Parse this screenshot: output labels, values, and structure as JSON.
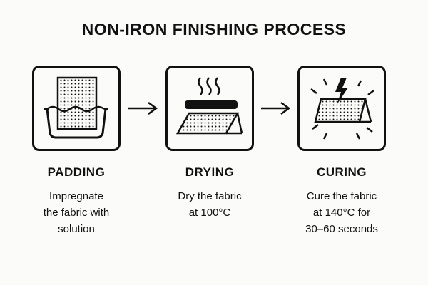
{
  "title": "NON-IRON FINISHING PROCESS",
  "steps": [
    {
      "icon": "padding-bath-icon",
      "label": "PADDING",
      "lines": [
        "Impregnate",
        "the fabric with",
        "solution"
      ]
    },
    {
      "icon": "drying-heater-icon",
      "label": "DRYING",
      "lines": [
        "Dry the fabric",
        "at 100°C"
      ]
    },
    {
      "icon": "curing-flash-icon",
      "label": "CURING",
      "lines": [
        "Cure the fabric",
        "at 140°C for",
        "30–60 seconds"
      ]
    }
  ],
  "colors": {
    "ink": "#111111",
    "background": "#fbfbf9"
  }
}
